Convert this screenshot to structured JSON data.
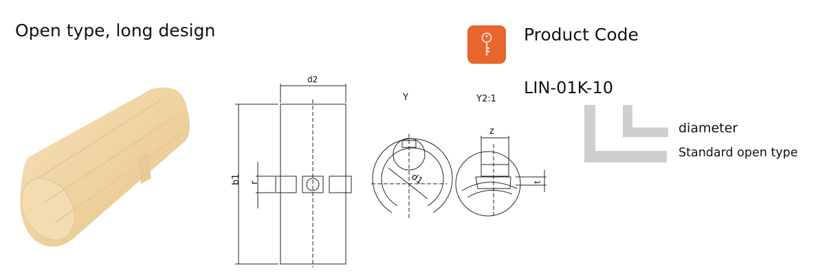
{
  "title": "Open type, long design",
  "product_code": {
    "heading": "Product Code",
    "icon": "key-icon",
    "icon_color": "#e8652d",
    "code": "LIN-01K-10",
    "legend": [
      "diameter",
      "Standard open type"
    ]
  },
  "drawing": {
    "labels": {
      "d2": "d2",
      "b1": "b1",
      "r": "r",
      "y": "Y",
      "y21": "Y2:1",
      "d1": "d1",
      "z": "z",
      "t": "t"
    }
  }
}
